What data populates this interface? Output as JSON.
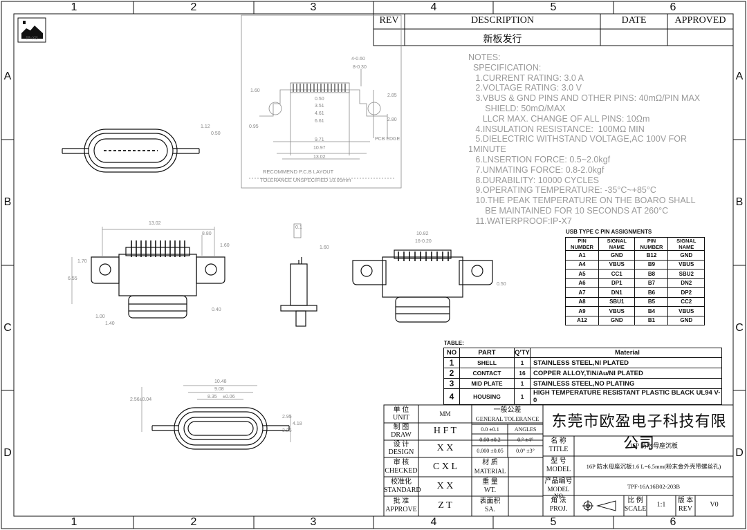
{
  "frame": {
    "cols": [
      "1",
      "2",
      "3",
      "4",
      "5",
      "6"
    ],
    "rows": [
      "A",
      "B",
      "C",
      "D"
    ]
  },
  "logo_text": "IP-X8",
  "revision_block": {
    "headers": [
      "REV",
      "DESCRIPTION",
      "DATE",
      "APPROVED"
    ],
    "row": {
      "rev": "",
      "description": "新板发行",
      "date": "",
      "approved": ""
    }
  },
  "pcb_layout": {
    "dims": [
      "4-0.60",
      "8-0.30",
      "0.50",
      "3.51",
      "4.61",
      "6.61",
      "9.71",
      "10.97",
      "13.02",
      "1.60",
      "2.85",
      "2.80",
      "0.95",
      "PCB EDGE"
    ],
    "caption1": "RECOMMEND P.C.B LAYOUT",
    "caption2": "TOLERANCE UNSPECIFIED ±0.05mm"
  },
  "view_dims": {
    "top_view": [
      "1.12",
      "0.50"
    ],
    "front_view": [
      "13.02",
      "8.80",
      "1.60",
      "1.70",
      "6.55",
      "1.00",
      "1.40",
      "0.40"
    ],
    "side_view": [
      "0.1",
      "1.60"
    ],
    "back_view": [
      "10.82",
      "16-0.20",
      "0.50"
    ],
    "bottom_view": [
      "10.48",
      "9.08",
      "8.35",
      "±0.06",
      "4.18",
      "3.26",
      "2.95",
      "2.56±0.04"
    ]
  },
  "notes": [
    "NOTES:",
    "  SPECIFICATION:",
    "   1.CURRENT RATING: 3.0 A",
    "   2.VOLTAGE RATING: 3.0 V",
    "   3.VBUS & GND PINS AND OTHER PINS: 40mΩ/PIN MAX",
    "       SHIELD: 50mΩ/MAX",
    "      LLCR MAX. CHANGE OF ALL PINS: 10Ωm",
    "   4.INSULATION RESISTANCE:  100MΩ MIN",
    "   5.DIELECTRIC WITHSTAND VOLTAGE,AC 100V FOR",
    "1MINUTE",
    "   6.LNSERTION FORCE: 0.5~2.0kgf",
    "   7.UNMATING FORCE: 0.8-2.0kgf",
    "   8.DURABILITY: 10000 CYCLES",
    "   9.OPERATING TEMPERATURE: -35°C~+85°C",
    "   10.THE PEAK TEMPERATURE ON THE BOARO SHALL",
    "       BE MAINTAINED FOR 10 SECONDS AT 260°C",
    "   11.WATERPROOF:IP-X7"
  ],
  "pin_table": {
    "title": "USB TYPE C PIN ASSIGNMENTS",
    "headers": [
      "PIN NUMBER",
      "SIGNAL NAME",
      "PIN NUMBER",
      "SIGNAL NAME"
    ],
    "rows": [
      [
        "A1",
        "GND",
        "B12",
        "GND"
      ],
      [
        "A4",
        "VBUS",
        "B9",
        "VBUS"
      ],
      [
        "A5",
        "CC1",
        "B8",
        "SBU2"
      ],
      [
        "A6",
        "DP1",
        "B7",
        "DN2"
      ],
      [
        "A7",
        "DN1",
        "B6",
        "DP2"
      ],
      [
        "A8",
        "SBU1",
        "B5",
        "CC2"
      ],
      [
        "A9",
        "VBUS",
        "B4",
        "VBUS"
      ],
      [
        "A12",
        "GND",
        "B1",
        "GND"
      ]
    ]
  },
  "material_table": {
    "title": "TABLE:",
    "headers": [
      "NO",
      "PART",
      "Q'TY",
      "Material"
    ],
    "rows": [
      [
        "1",
        "SHELL",
        "1",
        "STAINLESS  STEEL,NI  PLATED"
      ],
      [
        "2",
        "CONTACT",
        "16",
        "COPPER  ALLOY,TIN/Au/NI  PLATED"
      ],
      [
        "3",
        "MID  PLATE",
        "1",
        "STAINLESS  STEEL,NO  PLATING"
      ],
      [
        "4",
        "HOUSING",
        "1",
        "HIGH  TEMPERATURE  RESISTANT  PLASTIC  BLACK  UL94  V-0"
      ]
    ]
  },
  "title_block": {
    "unit_cn": "单 位",
    "unit_en": "UNIT",
    "unit_val": "MM",
    "tol_cn": "一般公差",
    "tol_en": "GENERAL TOLERANCE",
    "tol_rows": [
      [
        "0.0  ±0.1",
        "ANGLES"
      ],
      [
        "0.00 ±0.2",
        "0.°  ±4°"
      ],
      [
        "0.000 ±0.05",
        "0.0° ±3°"
      ]
    ],
    "company": "东莞市欧盈电子科技有限公司",
    "draw_cn": "制 图",
    "draw_en": "DRAW",
    "draw_val": "H F T",
    "design_cn": "设 计",
    "design_en": "DESIGN",
    "design_val": "X X",
    "checked_cn": "审 核",
    "checked_en": "CHECKED",
    "checked_val": "C X L",
    "standard_cn": "校准化",
    "standard_en": "STANDARD",
    "standard_val": "X X",
    "approve_cn": "批 准",
    "approve_en": "APPROVE",
    "approve_val": "Z T",
    "title_cn": "名 称",
    "title_en": "TITLE",
    "title_val": "16P 防水母座沉板",
    "material_cn": "材 质",
    "material_en": "MATERIAL",
    "model_cn": "型 号",
    "model_en": "MODEL",
    "model_val": "16P 防水母座沉板1.6 L=6.5mm(粉末金外壳带螺丝孔)",
    "weight_cn": "重 量",
    "weight_en": "WT.",
    "modelno_cn": "产品编号",
    "modelno_en": "MODEL NO",
    "modelno_val": "TPF-16A16B02-203B",
    "surface_cn": "表面积",
    "surface_en": "SA.",
    "proj_cn": "角 法",
    "proj_en": "PROJ.",
    "scale_cn": "比 例",
    "scale_en": "SCALE",
    "scale_val": "1:1",
    "rev_cn": "版 本",
    "rev_en": "REV",
    "rev_val": "V0"
  }
}
